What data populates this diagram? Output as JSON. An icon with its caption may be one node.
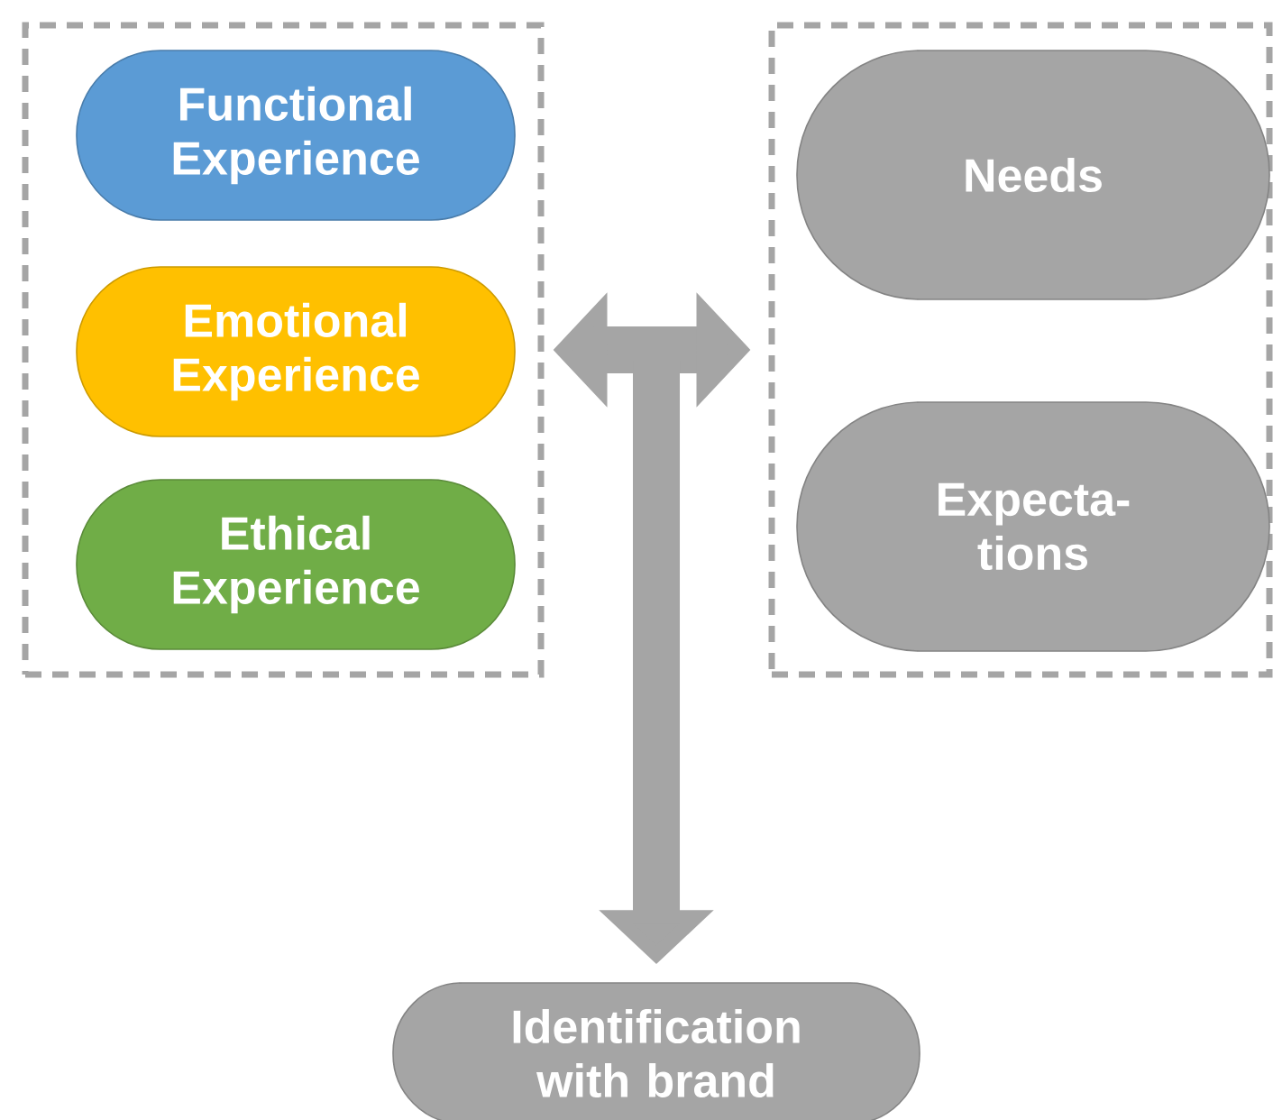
{
  "diagram": {
    "nodes": [
      {
        "text": [],
        "shape": "box"
      },
      {
        "text": [
          "Functional Experience"
        ],
        "in": 0
      },
      {
        "text": [
          "Emotional Experience"
        ],
        "in": 0
      },
      {
        "text": [
          "Ethical Experience"
        ],
        "in": 0
      },
      {
        "text": [],
        "shape": "box"
      },
      {
        "text": [
          "Needs"
        ],
        "in": 4
      },
      {
        "text": [
          "Expecta- tions"
        ],
        "in": 4
      },
      {
        "text": [
          "Identification with brand"
        ]
      }
    ],
    "edges": [
      {
        "from": 0,
        "to": 4,
        "arrow": "both"
      },
      {
        "from": null,
        "to": 7,
        "arrow": "to"
      }
    ]
  }
}
